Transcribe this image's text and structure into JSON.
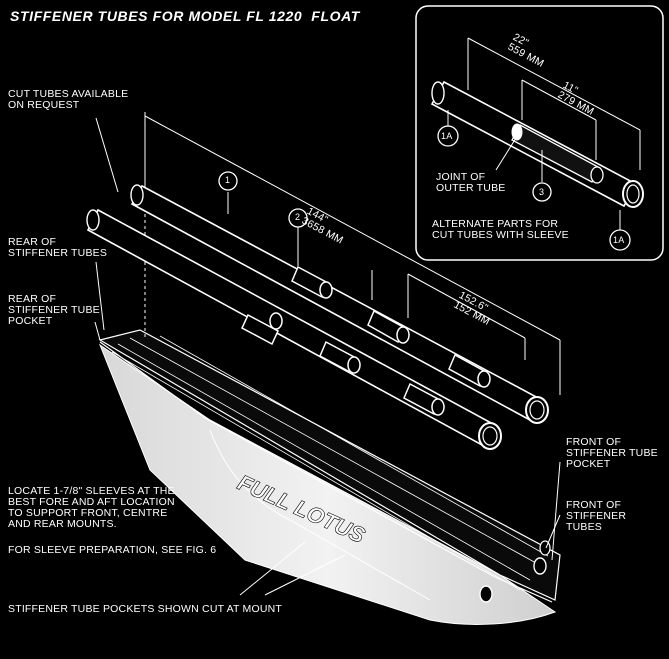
{
  "title": "STIFFENER TUBES FOR MODEL FL 1220  FLOAT",
  "labels": {
    "cut_tubes": "CUT TUBES AVAILABLE\nON REQUEST",
    "rear_tubes": "REAR OF\nSTIFFENER TUBES",
    "rear_pocket": "REAR OF\nSTIFFENER TUBE\nPOCKET",
    "locate_sleeves": "LOCATE 1-7/8\" SLEEVES AT THE\nBEST FORE AND AFT LOCATION\nTO SUPPORT FRONT, CENTRE\nAND REAR MOUNTS.",
    "sleeve_prep": "FOR SLEEVE PREPARATION, SEE FIG. 6",
    "pockets_cut": "STIFFENER TUBE POCKETS SHOWN CUT AT MOUNT",
    "front_pocket": "FRONT OF\nSTIFFENER TUBE\nPOCKET",
    "front_tubes": "FRONT OF\nSTIFFENER\nTUBES"
  },
  "dimensions": {
    "main_length": "144\"\n3658 MM",
    "sleeve_span": "152.6\"\n152 MM"
  },
  "part_numbers": {
    "tube": "1",
    "sleeve": "2"
  },
  "inset": {
    "dim_outer": "22\"\n559 MM",
    "dim_inner": "11\"\n279 MM",
    "part_outer": "1A",
    "part_outer_end": "1A",
    "part_sleeve": "3",
    "joint_label": "JOINT OF\nOUTER TUBE",
    "alternate_label": "ALTERNATE PARTS FOR\nCUT TUBES WITH SLEEVE"
  },
  "logo_text": "FULL LOTUS"
}
